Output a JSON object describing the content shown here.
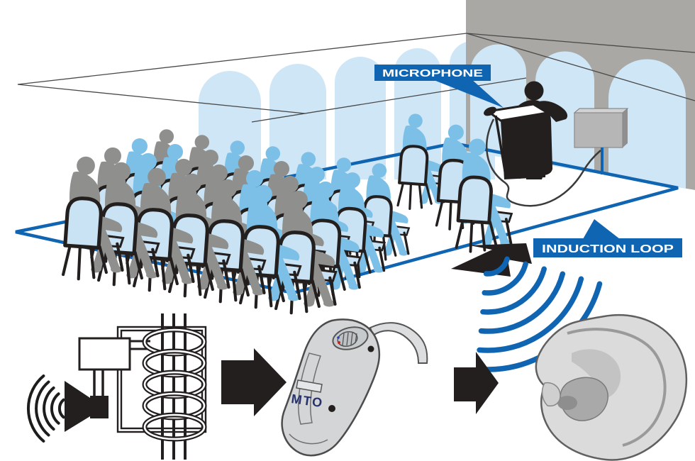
{
  "title": "Induction loop system diagram",
  "labels": {
    "microphone": "MICROPHONE",
    "induction_loop": "INDUCTION LOOP"
  },
  "hearing_aid": {
    "switch_label": "MTO"
  },
  "colors": {
    "accent_blue": "#1065b2",
    "label_bg": "#1065b2",
    "label_text": "#ffffff",
    "person_blue": "#7cc0e8",
    "person_gray": "#8f8f8d",
    "chair_blue": "#c9e3f4",
    "window_blue": "#cfe6f6",
    "wall_gray": "#aaa8a4",
    "ink": "#231f1e",
    "mto_text": "#27316e"
  },
  "audience": {
    "rows_front_to_back": [
      {
        "colors": [
          "gray",
          "gray",
          "gray",
          "gray",
          "gray",
          "blue",
          "gray"
        ]
      },
      {
        "colors": [
          "gray",
          "blue",
          "gray",
          "gray",
          "blue",
          "gray",
          "blue"
        ]
      },
      {
        "colors": [
          "blue",
          "blue",
          "gray",
          "gray",
          "gray",
          "blue",
          "blue"
        ]
      },
      {
        "colors": [
          "gray",
          "gray",
          "blue",
          "blue",
          "blue",
          "blue",
          "blue"
        ]
      }
    ],
    "extra_people": [
      {
        "color": "blue"
      },
      {
        "color": "blue"
      },
      {
        "color": "blue"
      }
    ]
  }
}
